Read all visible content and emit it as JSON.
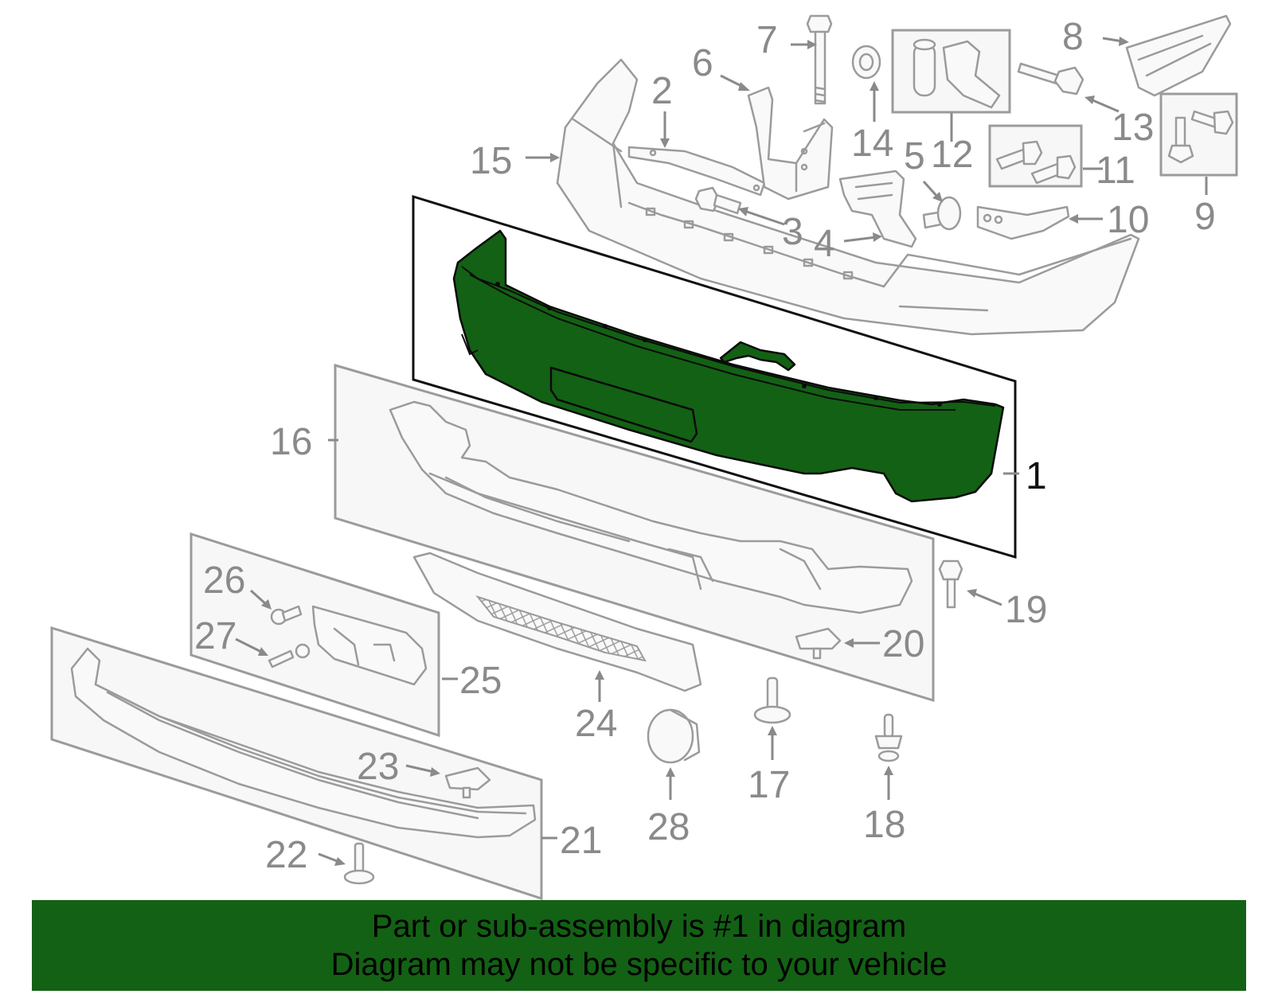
{
  "callouts": {
    "c1": "1",
    "c2": "2",
    "c3": "3",
    "c4": "4",
    "c5": "5",
    "c6": "6",
    "c7": "7",
    "c8": "8",
    "c9": "9",
    "c10": "10",
    "c11": "11",
    "c12": "12",
    "c13": "13",
    "c14": "14",
    "c15": "15",
    "c16": "16",
    "c17": "17",
    "c18": "18",
    "c19": "19",
    "c20": "20",
    "c21": "21",
    "c22": "22",
    "c23": "23",
    "c24": "24",
    "c25": "25",
    "c26": "26",
    "c27": "27",
    "c28": "28"
  },
  "highlight_color": "#136114",
  "banner": {
    "line1": "Part or sub-assembly is #1 in diagram",
    "line2": "Diagram may not be specific to your vehicle"
  }
}
